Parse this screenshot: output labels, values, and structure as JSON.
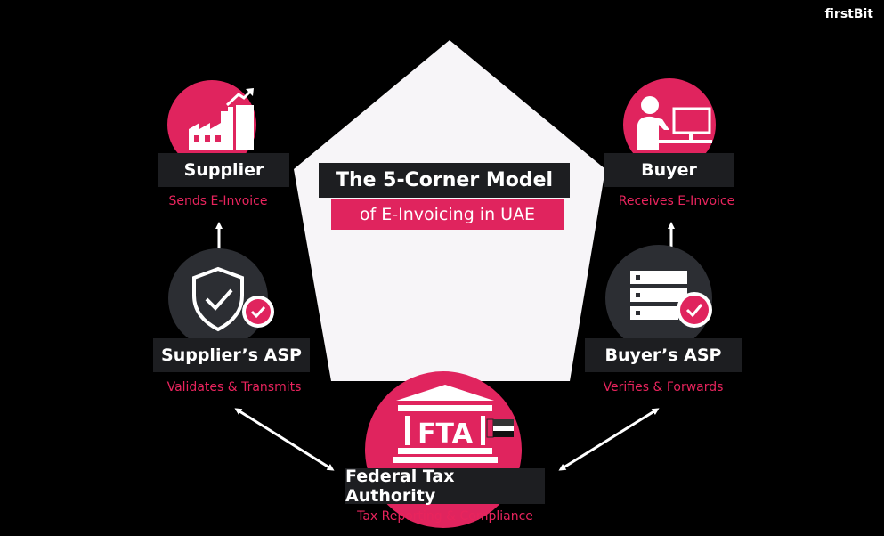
{
  "brand": "firstBit",
  "title": {
    "line1": "The 5-Corner Model",
    "line2": "of E-Invoicing in UAE"
  },
  "colors": {
    "accent": "#e0245e",
    "label_bg": "#1d1e21",
    "asp_circle": "#2c2e33",
    "pentagon": "#f7f5f8",
    "background": "#000000"
  },
  "nodes": {
    "supplier": {
      "label": "Supplier",
      "sub": "Sends E-Invoice",
      "icon": "factory-growth-icon"
    },
    "buyer": {
      "label": "Buyer",
      "sub": "Receives E-Invoice",
      "icon": "person-at-computer-icon"
    },
    "supplier_asp": {
      "label": "Supplier’s ASP",
      "sub": "Validates & Transmits",
      "icon": "shield-check-icon"
    },
    "buyer_asp": {
      "label": "Buyer’s ASP",
      "sub": "Verifies & Forwards",
      "icon": "server-check-icon"
    },
    "fta": {
      "label": "Federal Tax Authority",
      "sub": "Tax Reporting & Compliance",
      "icon": "government-building-icon",
      "icon_text": "FTA"
    }
  }
}
